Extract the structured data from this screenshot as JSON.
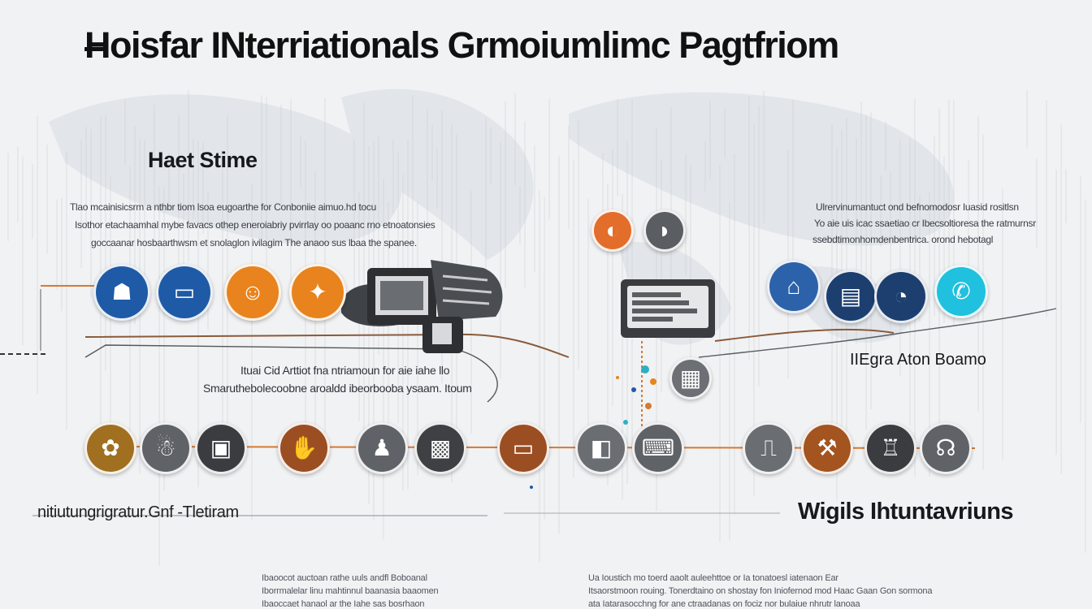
{
  "header": {
    "title": "Hoisfar INterriationals Grmoiumlimc Pagtfriom"
  },
  "left_block": {
    "heading": "Haet Stime",
    "lines": [
      "Tlao mcainisicsrm a nthbr tiom lsoa eugoarthe for Conboniie aimuo.hd tocu",
      "Isothor etachaamhal mybe favacs othep eneroiabriy pvirrlay oo poaanc rno etnoatonsies",
      "goccaanar hosbaarthwsm et snolaglon ivilagim The anaoo sus lbaa the spanee."
    ]
  },
  "right_block": {
    "lines": [
      "Ulrervinumantuct ond befnomodosr Iuasid rositlsn",
      "Yo aie uis icac ssaetiao cr Ibecsoltioresa the ratmurnsr",
      "ssebdtimonhomdenbentrica. orond hebotagl"
    ]
  },
  "middle_block": {
    "lines": [
      "Ituai Cid Arttiot fna ntriamoun for aie iahe llo",
      "Smaruthebolecoobne aroaldd ibeorbooba ysaam. Itoum"
    ]
  },
  "right_label": "IIEgra Aton Boamo",
  "sections": {
    "left_title": "nitiutungrigratur.Gnf -Tletiram",
    "right_title": "Wigils Ihtuntavriuns"
  },
  "bottom_left": {
    "lines": [
      "Ibaoocot auctoan rathe uuls andfl Boboanal",
      "Iborrmalelar linu mahtinnul baanasia baaomen",
      "Ibaoccaet hanaol ar the Iahe sas bosrhaon"
    ]
  },
  "bottom_right": {
    "lines": [
      "Ua Ioustich mo toerd aaolt auleehttoe or Ia tonatoesl iatenaon Ear",
      "Itsaorstmoon rouing. Tonerdtaino on shostay fon Iniofernod mod Haac Gaan Gon sormona",
      "ata Iatarasocchng for ane ctraadanas on fociz nor bulaiue nhrutr lanoaa"
    ]
  },
  "icons": {
    "top_row_left": [
      {
        "name": "robot-icon",
        "glyph": "☗",
        "color": "#1f5aa6"
      },
      {
        "name": "bed-icon",
        "glyph": "▭",
        "color": "#1f5aa6"
      },
      {
        "name": "person-icon",
        "glyph": "☺",
        "color": "#e8831d"
      },
      {
        "name": "runner-icon",
        "glyph": "✦",
        "color": "#e8831d"
      }
    ],
    "top_row_right": [
      {
        "name": "building-icon",
        "glyph": "⌂",
        "color": "#2c62aa"
      },
      {
        "name": "document-icon",
        "glyph": "▤",
        "color": "#1c3f70"
      },
      {
        "name": "chat-icon",
        "glyph": "◔",
        "color": "#1c3f70"
      },
      {
        "name": "phone-icon",
        "glyph": "✆",
        "color": "#1fc1de"
      }
    ],
    "floating": [
      {
        "name": "globe-icon",
        "glyph": "◐",
        "color": "#e36d2a"
      },
      {
        "name": "helmet-icon",
        "glyph": "◗",
        "color": "#5a5d62"
      },
      {
        "name": "chart-icon",
        "glyph": "▦",
        "color": "#6c6f74"
      }
    ],
    "bottom_row": [
      {
        "name": "globe-hand-icon",
        "glyph": "✿",
        "color": "#a07020"
      },
      {
        "name": "family-icon",
        "glyph": "☃",
        "color": "#5f6267"
      },
      {
        "name": "tv-icon",
        "glyph": "▣",
        "color": "#3a3c40"
      },
      {
        "name": "hands-icon",
        "glyph": "✋",
        "color": "#9b4e22"
      },
      {
        "name": "group-icon",
        "glyph": "♟",
        "color": "#5f6267"
      },
      {
        "name": "network-icon",
        "glyph": "▩",
        "color": "#3e4044"
      },
      {
        "name": "sofa-icon",
        "glyph": "▭",
        "color": "#9b4e22"
      },
      {
        "name": "screen-icon",
        "glyph": "◧",
        "color": "#6a6d72"
      },
      {
        "name": "laptop-icon",
        "glyph": "⌨",
        "color": "#5f6267"
      },
      {
        "name": "door-icon",
        "glyph": "⎍",
        "color": "#6a6d72"
      },
      {
        "name": "tool-icon",
        "glyph": "⚒",
        "color": "#a3541f"
      },
      {
        "name": "train-icon",
        "glyph": "♖",
        "color": "#3a3c40"
      },
      {
        "name": "satellite-icon",
        "glyph": "☊",
        "color": "#5f6267"
      }
    ]
  }
}
